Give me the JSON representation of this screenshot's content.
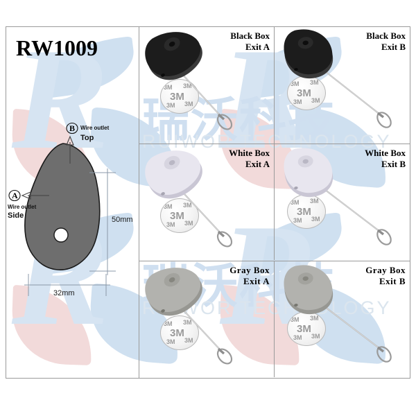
{
  "document": {
    "model_title": "RW1009",
    "watermark_cn": "瑞沃科技",
    "watermark_en": "RUIWOR TECHNOLOGY"
  },
  "drawing": {
    "annotation_b": {
      "letter": "B",
      "line1": "Wire outlet",
      "line2": "Top"
    },
    "annotation_a": {
      "letter": "A",
      "line1": "Wire outlet",
      "line2": "Side"
    },
    "dimension_height": "50mm",
    "dimension_width": "32mm",
    "shape_fill": "#6e6e6e",
    "shape_stroke": "#1a1a1a"
  },
  "products": [
    {
      "id": "black-exit-a",
      "color_name": "Black Box",
      "exit_label": "Exit A",
      "body_color": "#1c1c1c",
      "exit": "A"
    },
    {
      "id": "black-exit-b",
      "color_name": "Black Box",
      "exit_label": "Exit B",
      "body_color": "#1c1c1c",
      "exit": "B"
    },
    {
      "id": "white-exit-a",
      "color_name": "White Box",
      "exit_label": "Exit A",
      "body_color": "#e8e6ef",
      "exit": "A"
    },
    {
      "id": "white-exit-b",
      "color_name": "White Box",
      "exit_label": "Exit B",
      "body_color": "#e8e6ef",
      "exit": "B"
    },
    {
      "id": "gray-exit-a",
      "color_name": "Gray  Box",
      "exit_label": "Exit A",
      "body_color": "#b2b2ae",
      "exit": "A"
    },
    {
      "id": "gray-exit-b",
      "color_name": "Gray  Box",
      "exit_label": "Exit B",
      "body_color": "#b2b2ae",
      "exit": "B"
    }
  ],
  "adhesive_pad": {
    "brand": "3M",
    "marks": [
      "3M",
      "3M",
      "3M",
      "3M",
      "3M"
    ]
  }
}
